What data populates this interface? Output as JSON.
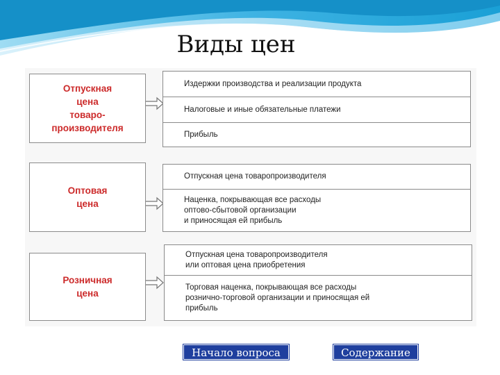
{
  "title": "Виды цен",
  "groups": [
    {
      "name": "Отпускная\nцена\nтоваро-\nпроизводителя",
      "components": [
        "Издержки производства и реализации продукта",
        "Налоговые и иные обязательные платежи",
        "Прибыль"
      ]
    },
    {
      "name": "Оптовая\nцена",
      "components": [
        "Отпускная цена товаропроизводителя",
        "Наценка, покрывающая все расходы\nоптово-сбытовой организации\nи приносящая ей прибыль"
      ]
    },
    {
      "name": "Розничная\nцена",
      "components": [
        "Отпускная цена товаропроизводителя\nили оптовая цена приобретения",
        "Торговая наценка, покрывающая все расходы\nрознично-торговой организации и приносящая ей\nприбыль"
      ]
    }
  ],
  "buttons": {
    "start": "Начало вопроса",
    "contents": "Содержание"
  },
  "colors": {
    "accent_text": "#cc2a2a",
    "button_bg": "#1f3f9e",
    "wave": "#2aa3d8"
  }
}
